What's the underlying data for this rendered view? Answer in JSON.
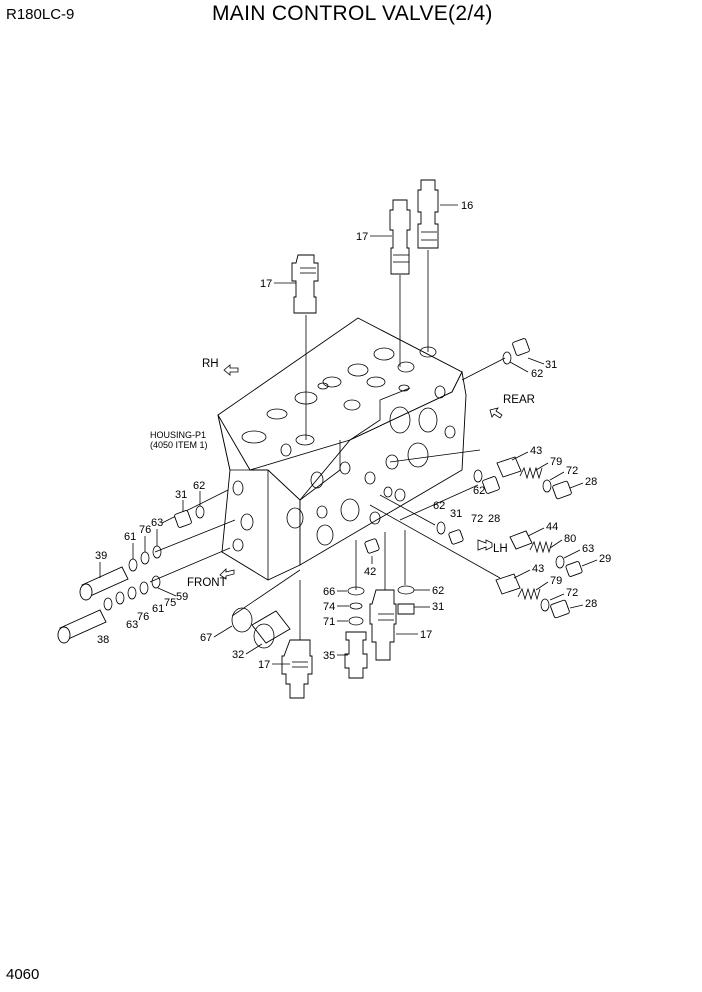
{
  "header": {
    "model": "R180LC-9",
    "title": "MAIN CONTROL VALVE(2/4)"
  },
  "footer": {
    "page_number": "4060"
  },
  "housing_note": {
    "line1": "HOUSING-P1",
    "line2": "(4050 ITEM 1)"
  },
  "directions": {
    "rh": "RH",
    "rear": "REAR",
    "lh": "LH",
    "front": "FRONT"
  },
  "parts": {
    "p16": "16",
    "p17a": "17",
    "p17b": "17",
    "p17c": "17",
    "p17d": "17",
    "p31a": "31",
    "p62a": "62",
    "p43a": "43",
    "p79a": "79",
    "p72a": "72",
    "p28a": "28",
    "p62b": "62",
    "p72b": "72",
    "p28b": "28",
    "p62c": "62",
    "p31b": "31",
    "p44": "44",
    "p80": "80",
    "p63a": "63",
    "p29": "29",
    "p43b": "43",
    "p79b": "79",
    "p72c": "72",
    "p28c": "28",
    "p31c": "31",
    "p62d": "62",
    "p39": "39",
    "p61a": "61",
    "p76a": "76",
    "p63b": "63",
    "p61b": "61",
    "p75": "75",
    "p59": "59",
    "p76b": "76",
    "p63c": "63",
    "p38": "38",
    "p67": "67",
    "p32": "32",
    "p42": "42",
    "p66": "66",
    "p74": "74",
    "p71": "71",
    "p35": "35",
    "p62e": "62",
    "p31d": "31"
  }
}
